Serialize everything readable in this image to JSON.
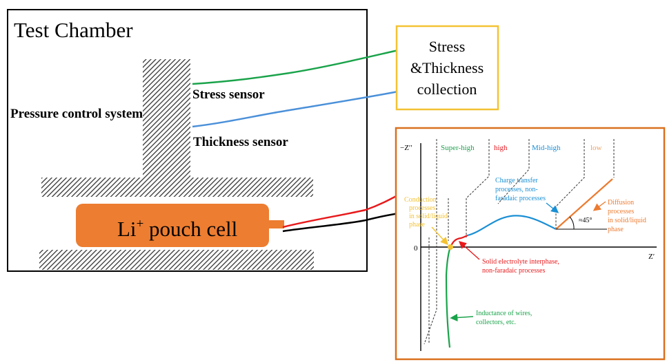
{
  "chamber": {
    "title": "Test Chamber",
    "pressure_label": "Pressure control system",
    "stress_label": "Stress sensor",
    "thickness_label": "Thickness sensor",
    "cell_label_main": "Li",
    "cell_label_sup": "+",
    "cell_label_rest": " pouch cell"
  },
  "collection": {
    "line1": "Stress",
    "line2": "&Thickness",
    "line3": "collection"
  },
  "eis": {
    "y_axis_label": "−Z′′",
    "x_axis_label": "Z′",
    "zero_label": "0",
    "regions": {
      "super_high": "Super-high",
      "high": "high",
      "mid_high": "Mid-high",
      "low": "low"
    },
    "annotations": {
      "conduction": [
        "Conduction",
        "processes",
        "in solid/liquid",
        "phase"
      ],
      "charge_transfer": [
        "Charge transfer",
        "processes, non-",
        "faradaic processes"
      ],
      "diffusion": [
        "Diffusion",
        "processes",
        "in solid/liquid",
        "phase"
      ],
      "sei": [
        "Solid electrolyte interphase,",
        "non-faradaic processes"
      ],
      "inductance": [
        "Inductance of wires,",
        "collectors, etc."
      ],
      "angle": "≈45°"
    }
  },
  "colors": {
    "green": "#1aa34a",
    "blue": "#4a90d9",
    "red": "#e8191b",
    "orange": "#ec7b30",
    "yellow": "#f3c233",
    "black": "#000000",
    "orange_border": "#d9701e",
    "super_high_text": "#22a050",
    "high_text": "#e31b23",
    "mid_high_text": "#1a8fd4",
    "low_text": "#f0a060"
  }
}
